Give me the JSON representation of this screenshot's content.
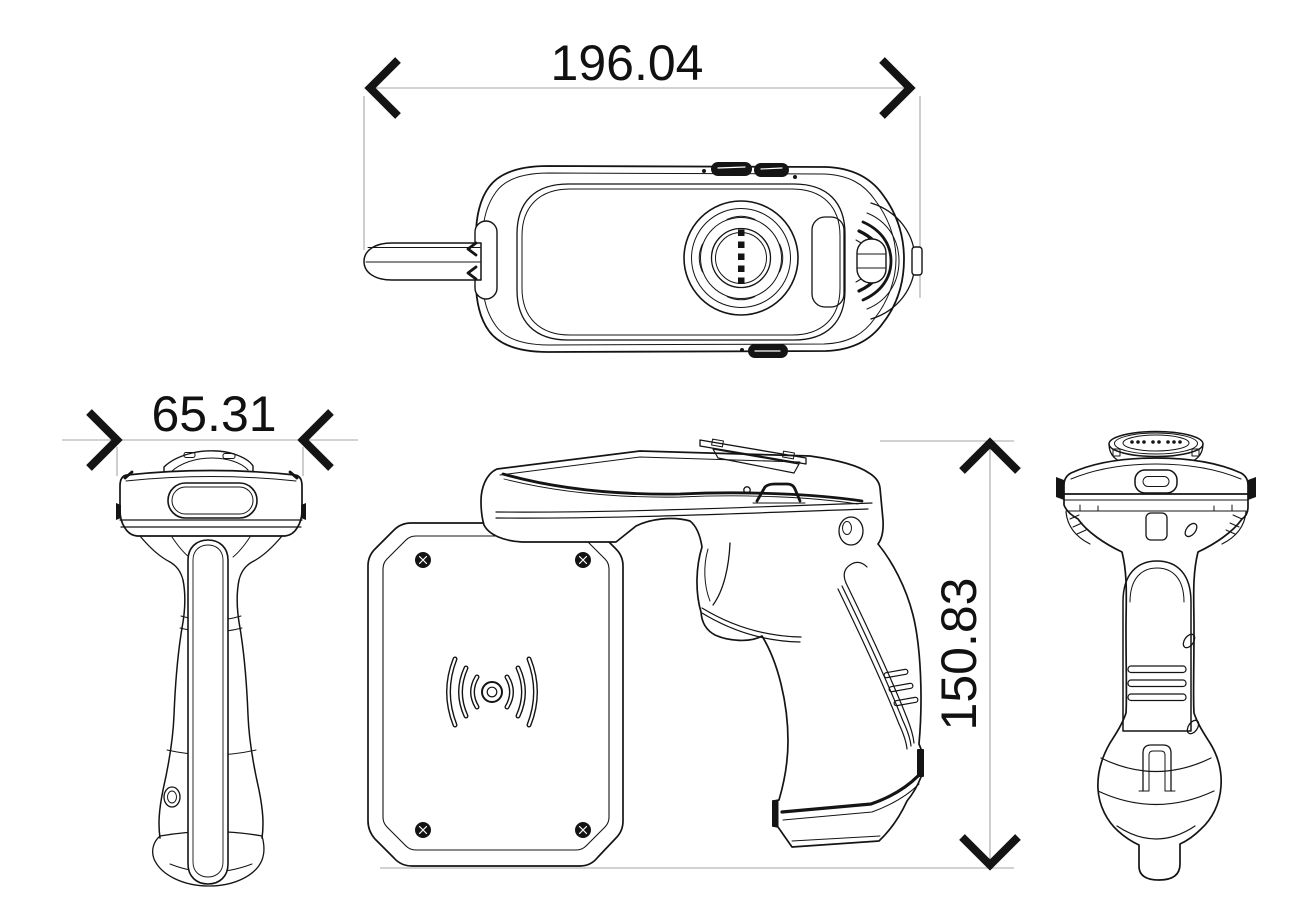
{
  "diagram": {
    "dimensions": {
      "overall_length": "196.04",
      "overall_width": "65.31",
      "overall_height": "150.83"
    },
    "colors": {
      "ink": "#141414",
      "dimension_line": "#a6a6a6",
      "background": "#ffffff"
    },
    "icons": {
      "wireless": "wireless-signal-icon"
    }
  }
}
